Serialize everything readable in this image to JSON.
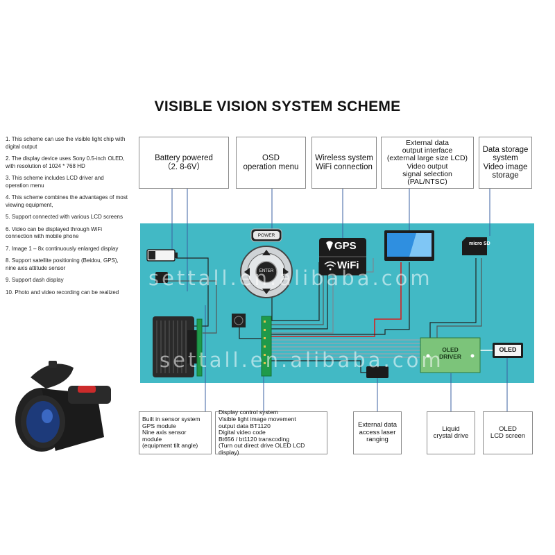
{
  "title": "VISIBLE VISION SYSTEM SCHEME",
  "notes": [
    "1. This scheme can use the visible light chip with digital output",
    "2. The display device uses Sony 0.5-inch OLED, with resolution of 1024 * 768 HD",
    "3. This scheme includes LCD driver and operation menu",
    "4. This scheme combines the advantages of most viewing equipment,",
    "5. Support connected with various LCD screens",
    "6. Video can be displayed through WiFi connection with mobile phone",
    "7. Image 1 – 8x continuously enlarged display",
    "8. Support satellite positioning (Beidou, GPS), nine axis attitude sensor",
    "9. Support dash display",
    "10. Photo and video recording can be realized"
  ],
  "top_boxes": {
    "battery": "Battery powered\n（2. 8-6V）",
    "osd": "OSD\noperation menu",
    "wireless": "Wireless system\nWiFi connection",
    "external": "External data\noutput interface\n(external large size LCD)\nVideo output\nsignal selection\n(PAL/NTSC)",
    "storage": "Data storage\nsystem\nVideo image\nstorage"
  },
  "bottom_boxes": {
    "sensor": "Built in sensor system\nGPS module\nNine axis sensor\nmodule\n(equipment tilt angle)",
    "display_control": "Display control system\nVisible light image movement\noutput data BT1120\nDigital video code\nBt656 / bt1120 transcoding\n(Turn out direct drive OLED LCD display)",
    "laser": "External data\naccess laser\nranging",
    "lcd": "Liquid\ncrystal drive",
    "oled": "OLED\nLCD screen"
  },
  "panel_labels": {
    "power": "POWER",
    "enter": "ENTER",
    "gps": "GPS",
    "wifi": "WiFi",
    "oled_driver": "OLED\nDRIVER",
    "oled_badge": "OLED",
    "micro_sd": "micro SD"
  },
  "watermark": "settall.en.alibaba.com",
  "colors": {
    "panel": "#42b9c5",
    "pcb": "#1f9a4a",
    "wire_red": "#d62020",
    "wire_black": "#222222"
  }
}
